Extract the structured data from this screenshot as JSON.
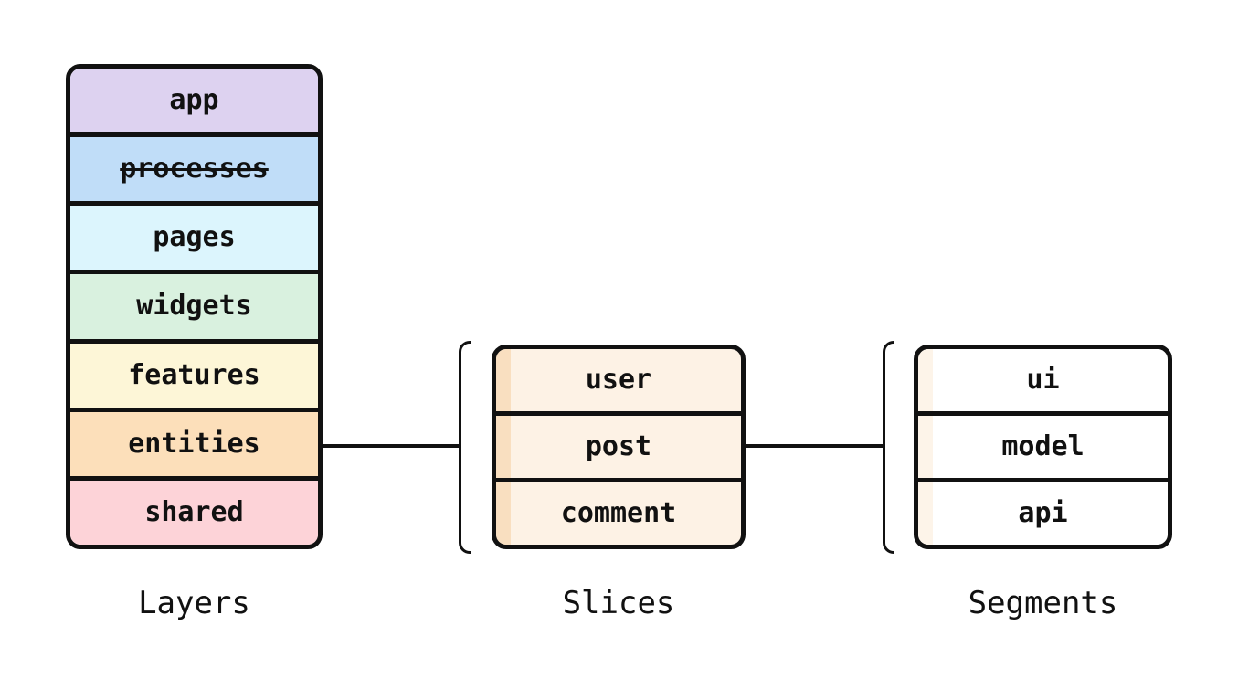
{
  "diagram": {
    "background": "#ffffff",
    "border_color": "#111111",
    "layers": {
      "caption": "Layers",
      "items": [
        {
          "name": "app",
          "color": "#ddd2f0",
          "deprecated": false
        },
        {
          "name": "processes",
          "color": "#c0ddf8",
          "deprecated": true
        },
        {
          "name": "pages",
          "color": "#dcf5fd",
          "deprecated": false
        },
        {
          "name": "widgets",
          "color": "#d9f1df",
          "deprecated": false
        },
        {
          "name": "features",
          "color": "#fdf6d7",
          "deprecated": false
        },
        {
          "name": "entities",
          "color": "#fcdfba",
          "deprecated": false
        },
        {
          "name": "shared",
          "color": "#fdd3d8",
          "deprecated": false
        }
      ]
    },
    "slices": {
      "caption": "Slices",
      "body_color": "#fdf2e5",
      "strip_color": "#f9dfc0",
      "items": [
        {
          "name": "user"
        },
        {
          "name": "post"
        },
        {
          "name": "comment"
        }
      ]
    },
    "segments": {
      "caption": "Segments",
      "body_color": "#ffffff",
      "strip_color": "#fdf4e9",
      "items": [
        {
          "name": "ui"
        },
        {
          "name": "model"
        },
        {
          "name": "api"
        }
      ]
    }
  }
}
